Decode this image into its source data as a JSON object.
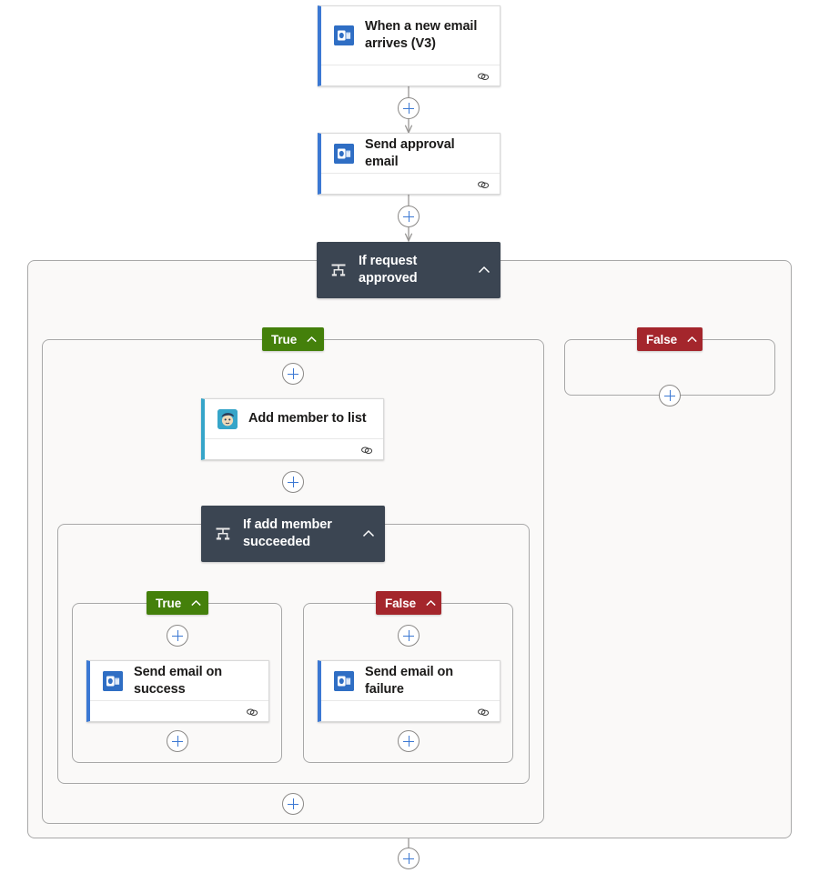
{
  "designer": {
    "title": "Logic App / Power Automate flow designer canvas",
    "colors": {
      "card_accent": "#3b78d3",
      "condition_header": "#3b4552",
      "branch_true": "#44800b",
      "branch_false": "#a4262c",
      "scope_fill": "#faf9f8",
      "scope_border": "#a8a8a8",
      "plus_glyph": "#3b78d3",
      "connector_line": "#979593",
      "outlook_icon": "#2f6ec4",
      "mailchimp_icon": "#36a5c9"
    },
    "nodes": [
      {
        "id": "trigger",
        "kind": "action-card",
        "title": "When a new email arrives (V3)",
        "icon": "outlook-icon",
        "footer_icon": "link-icon"
      },
      {
        "id": "send-approval",
        "kind": "action-card",
        "title": "Send approval email",
        "icon": "outlook-icon",
        "footer_icon": "link-icon"
      },
      {
        "id": "if-request-approved",
        "kind": "condition",
        "title": "If request approved",
        "icon": "condition-icon",
        "chevron": "chevron-up-icon"
      },
      {
        "id": "add-member",
        "kind": "action-card",
        "title": "Add member to list",
        "icon": "mailchimp-icon",
        "footer_icon": "link-icon"
      },
      {
        "id": "if-add-member-succeeded",
        "kind": "condition",
        "title": "If add member succeeded",
        "icon": "condition-icon",
        "chevron": "chevron-up-icon"
      },
      {
        "id": "send-success",
        "kind": "action-card",
        "title": "Send email on success",
        "icon": "outlook-icon",
        "footer_icon": "link-icon"
      },
      {
        "id": "send-failure",
        "kind": "action-card",
        "title": "Send email on failure",
        "icon": "outlook-icon",
        "footer_icon": "link-icon"
      }
    ],
    "branches": [
      {
        "id": "outer-true",
        "label": "True",
        "chevron": "chevron-up-icon"
      },
      {
        "id": "outer-false",
        "label": "False",
        "chevron": "chevron-up-icon"
      },
      {
        "id": "inner-true",
        "label": "True",
        "chevron": "chevron-up-icon"
      },
      {
        "id": "inner-false",
        "label": "False",
        "chevron": "chevron-up-icon"
      }
    ],
    "add_buttons": [
      {
        "id": "add-after-trigger",
        "tooltip": "Insert a new step"
      },
      {
        "id": "add-after-send-approval",
        "tooltip": "Insert a new step"
      },
      {
        "id": "add-in-outer-false",
        "tooltip": "Insert a new step"
      },
      {
        "id": "add-before-add-member",
        "tooltip": "Insert a new step"
      },
      {
        "id": "add-after-add-member",
        "tooltip": "Insert a new step"
      },
      {
        "id": "add-before-send-success",
        "tooltip": "Insert a new step"
      },
      {
        "id": "add-after-send-success",
        "tooltip": "Insert a new step"
      },
      {
        "id": "add-before-send-failure",
        "tooltip": "Insert a new step"
      },
      {
        "id": "add-after-send-failure",
        "tooltip": "Insert a new step"
      },
      {
        "id": "add-after-inner-condition",
        "tooltip": "Insert a new step"
      },
      {
        "id": "add-after-outer-condition",
        "tooltip": "Insert a new step"
      }
    ]
  }
}
